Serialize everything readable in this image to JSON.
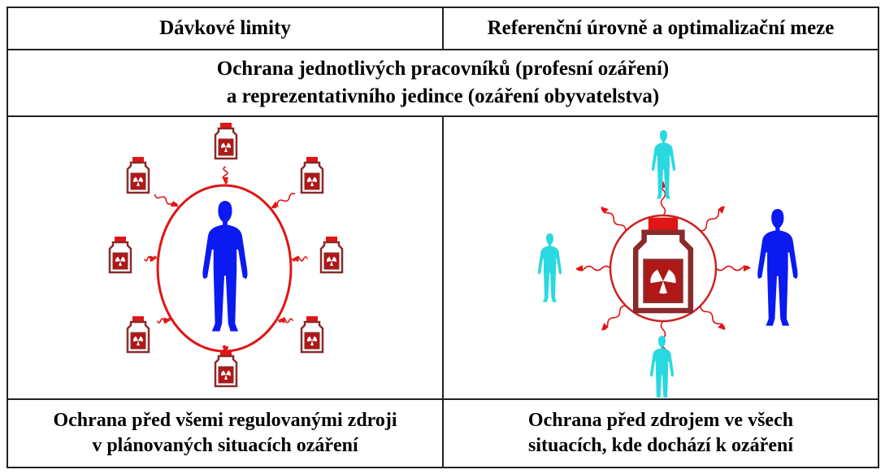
{
  "header": {
    "left": "Dávkové limity",
    "right": "Referenční úrovně a optimalizační meze"
  },
  "merged": {
    "line1": "Ochrana jednotlivých pracovníků (profesní ozáření)",
    "line2": "a reprezentativního jedince (ozáření obyvatelstva)"
  },
  "footer": {
    "left_line1": "Ochrana před všemi regulovanými zdroji",
    "left_line2": "v plánovaných situacích ozáření",
    "right_line1": "Ochrana před zdrojem ve všech",
    "right_line2": "situacích, kde dochází k ozáření"
  },
  "colors": {
    "red": "#e01515",
    "dark_red": "#8a2a2a",
    "blue": "#0a1af0",
    "cyan": "#2ad9e0"
  },
  "icons": {
    "left": "radioactive-bottles-around-person",
    "right": "radioactive-source-radiating-to-people"
  }
}
